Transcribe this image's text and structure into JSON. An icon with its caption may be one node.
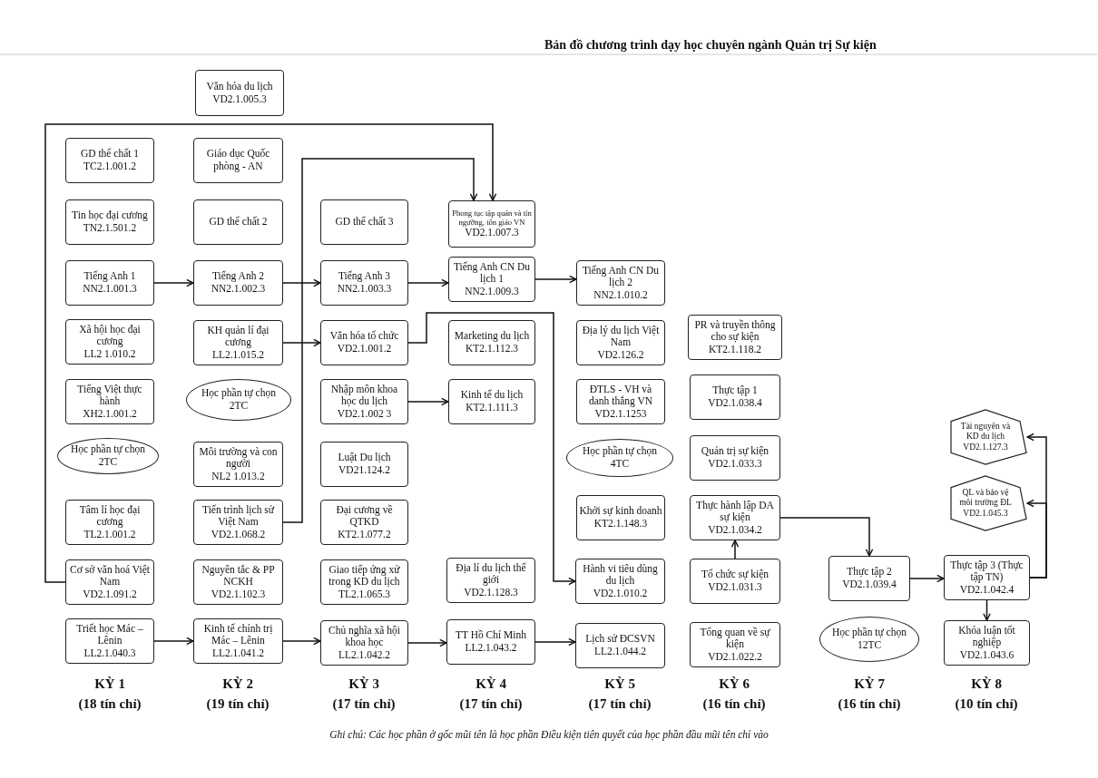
{
  "diagram": {
    "title": "Bản đồ  chương trình dạy học chuyên ngành Quản trị Sự kiện",
    "caption": "Ghi chú: Các học phần ở gốc mũi tên là học phần Điều kiện tiên quyết của học phần đầu mũi tên chỉ vào",
    "nodes": [
      {
        "text": [
          "Văn hóa du lịch",
          "VD2.1.005.3"
        ]
      },
      {
        "text": [
          "GD thể chất 1",
          "TC2.1.001.2"
        ]
      },
      {
        "text": [
          "Tin học đại cương",
          "TN2.1.501.2"
        ]
      },
      {
        "text": [
          "Tiếng Anh 1",
          "NN2.1.001.3"
        ]
      },
      {
        "text": [
          "Xã hội học đại cương",
          "LL2 1.010.2"
        ]
      },
      {
        "text": [
          "Tiếng Việt thực hành",
          "XH2.1.001.2"
        ]
      },
      {
        "text": [
          "Học phần tự chọn",
          "2TC"
        ]
      },
      {
        "text": [
          "Tâm lí học đại cương",
          "TL2.1.001.2"
        ]
      },
      {
        "text": [
          "Cơ sở văn hoá Việt Nam",
          "VD2.1.091.2"
        ]
      },
      {
        "text": [
          "Triết học Mác – Lênin",
          "LL2.1.040.3"
        ]
      },
      {
        "text": [
          "Giáo dục Quốc phòng - AN"
        ]
      },
      {
        "text": [
          "GD thể chất 2"
        ]
      },
      {
        "text": [
          "Tiếng Anh 2",
          "NN2.1.002.3"
        ]
      },
      {
        "text": [
          "KH quản lí đại cương",
          "LL2.1.015.2"
        ]
      },
      {
        "text": [
          "Học phần tự chọn",
          "2TC"
        ]
      },
      {
        "text": [
          "Môi trường và con người",
          "NL2 1.013.2"
        ]
      },
      {
        "text": [
          "Tiến trình lịch sử Việt Nam",
          "VD2.1.068.2"
        ]
      },
      {
        "text": [
          "Nguyên tắc & PP NCKH",
          "VD2.1.102.3"
        ]
      },
      {
        "text": [
          "Kinh tế chính trị Mác – Lênin",
          "LL2.1.041.2"
        ]
      },
      {
        "text": [
          "GD thể chất 3"
        ]
      },
      {
        "text": [
          "Tiếng Anh 3",
          "NN2.1.003.3"
        ]
      },
      {
        "text": [
          "Văn hóa tổ chức",
          "VD2.1.001.2"
        ]
      },
      {
        "text": [
          "Nhập môn khoa học du lịch",
          "VD2.1.002 3"
        ]
      },
      {
        "text": [
          "Luật Du lịch",
          "VD21.124.2"
        ]
      },
      {
        "text": [
          "Đại cương về QTKD",
          "KT2.1.077.2"
        ]
      },
      {
        "text": [
          "Giao tiếp ứng xử trong KD du lịch",
          "TL2.1.065.3"
        ]
      },
      {
        "text": [
          "Chủ nghĩa xã hội khoa học",
          "LL2.1.042.2"
        ]
      },
      {
        "text": [
          "Phong tục tập quán và tín ngưỡng, tôn giáo VN",
          "VD2.1.007.3"
        ]
      },
      {
        "text": [
          "Tiếng Anh CN Du lịch 1",
          "NN2.1.009.3"
        ]
      },
      {
        "text": [
          "Marketing du lịch",
          "KT2.1.112.3"
        ]
      },
      {
        "text": [
          "Kinh tế du lịch",
          "KT2.1.111.3"
        ]
      },
      {
        "text": [
          "Địa lí du lịch thế giới",
          "VD2.1.128.3"
        ]
      },
      {
        "text": [
          "TT Hồ Chí Minh",
          "LL2.1.043.2"
        ]
      },
      {
        "text": [
          "Tiếng Anh CN Du lịch 2",
          "NN2.1.010.2"
        ]
      },
      {
        "text": [
          "Địa lý du lịch Việt Nam",
          "VD2.126.2"
        ]
      },
      {
        "text": [
          "ĐTLS - VH và danh thắng VN",
          "VD2.1.1253"
        ]
      },
      {
        "text": [
          "Học phần tự chọn",
          "4TC"
        ]
      },
      {
        "text": [
          "Khởi sự kinh doanh",
          "KT2.1.148.3"
        ]
      },
      {
        "text": [
          "Hành vi tiêu dùng du lịch",
          "VD2.1.010.2"
        ]
      },
      {
        "text": [
          "Lịch sử ĐCSVN",
          "LL2.1.044.2"
        ]
      },
      {
        "text": [
          "PR và truyền thông cho sự kiện",
          "KT2.1.118.2"
        ]
      },
      {
        "text": [
          "Thực tập 1",
          "VD2.1.038.4"
        ]
      },
      {
        "text": [
          "Quản trị sự kiện",
          "VD2.1.033.3"
        ]
      },
      {
        "text": [
          "Thực hành lập DA sự kiện",
          "VD2.1.034.2"
        ]
      },
      {
        "text": [
          "Tổ chức sự kiện",
          "VD2.1.031.3"
        ]
      },
      {
        "text": [
          "Tổng quan về sự kiện",
          "VD2.1.022.2"
        ]
      },
      {
        "text": [
          "Thực tập 2",
          "VD2.1.039.4"
        ]
      },
      {
        "text": [
          "Học phần tự chọn",
          "12TC"
        ]
      },
      {
        "text": [
          "Tài nguyên và KD du lịch",
          "VD2.1.127.3"
        ]
      },
      {
        "text": [
          "QL và bảo vệ môi trường ĐL",
          "VD2.1.045.3"
        ]
      },
      {
        "text": [
          "Thực tập 3 (Thực tập TN)",
          "VD2.1.042.4"
        ]
      },
      {
        "text": [
          "Khóa luận tốt nghiệp",
          "VD2.1.043.6"
        ]
      }
    ],
    "edges": [
      {
        "from": 8,
        "to": 27,
        "arrow": "to"
      },
      {
        "from": 16,
        "to": 27,
        "arrow": "to"
      },
      {
        "from": 3,
        "to": 12,
        "arrow": "to"
      },
      {
        "from": 12,
        "to": 20,
        "arrow": "to"
      },
      {
        "from": 20,
        "to": 28,
        "arrow": "to"
      },
      {
        "from": 28,
        "to": 33,
        "arrow": "to"
      },
      {
        "from": 13,
        "to": 21,
        "arrow": "to"
      },
      {
        "from": 21,
        "to": 38,
        "arrow": "to"
      },
      {
        "from": 22,
        "to": 30,
        "arrow": "to"
      },
      {
        "from": 9,
        "to": 18,
        "arrow": "to"
      },
      {
        "from": 18,
        "to": 26,
        "arrow": "to"
      },
      {
        "from": 26,
        "to": 32,
        "arrow": "to"
      },
      {
        "from": 32,
        "to": 39,
        "arrow": "to"
      },
      {
        "from": 44,
        "to": 43,
        "arrow": "to"
      },
      {
        "from": 43,
        "to": 46,
        "arrow": "to"
      },
      {
        "from": 46,
        "to": 50,
        "arrow": "to"
      },
      {
        "from": 50,
        "to": 51,
        "arrow": "to"
      },
      {
        "from": 50,
        "to": 49,
        "arrow": "to"
      },
      {
        "from": 50,
        "to": 48,
        "arrow": "to"
      }
    ],
    "labels": [
      "KỲ 1",
      "(18 tín chỉ)",
      "KỲ 2",
      "(19 tín chỉ)",
      "KỲ 3",
      "(17 tín chỉ)",
      "KỲ 4",
      "(17 tín chỉ)",
      "KỲ 5",
      "(17 tín chỉ)",
      "KỲ 6",
      "(16 tín chỉ)",
      "KỲ 7",
      "(16 tín chỉ)",
      "KỲ 8",
      "(10 tín chỉ)"
    ]
  }
}
